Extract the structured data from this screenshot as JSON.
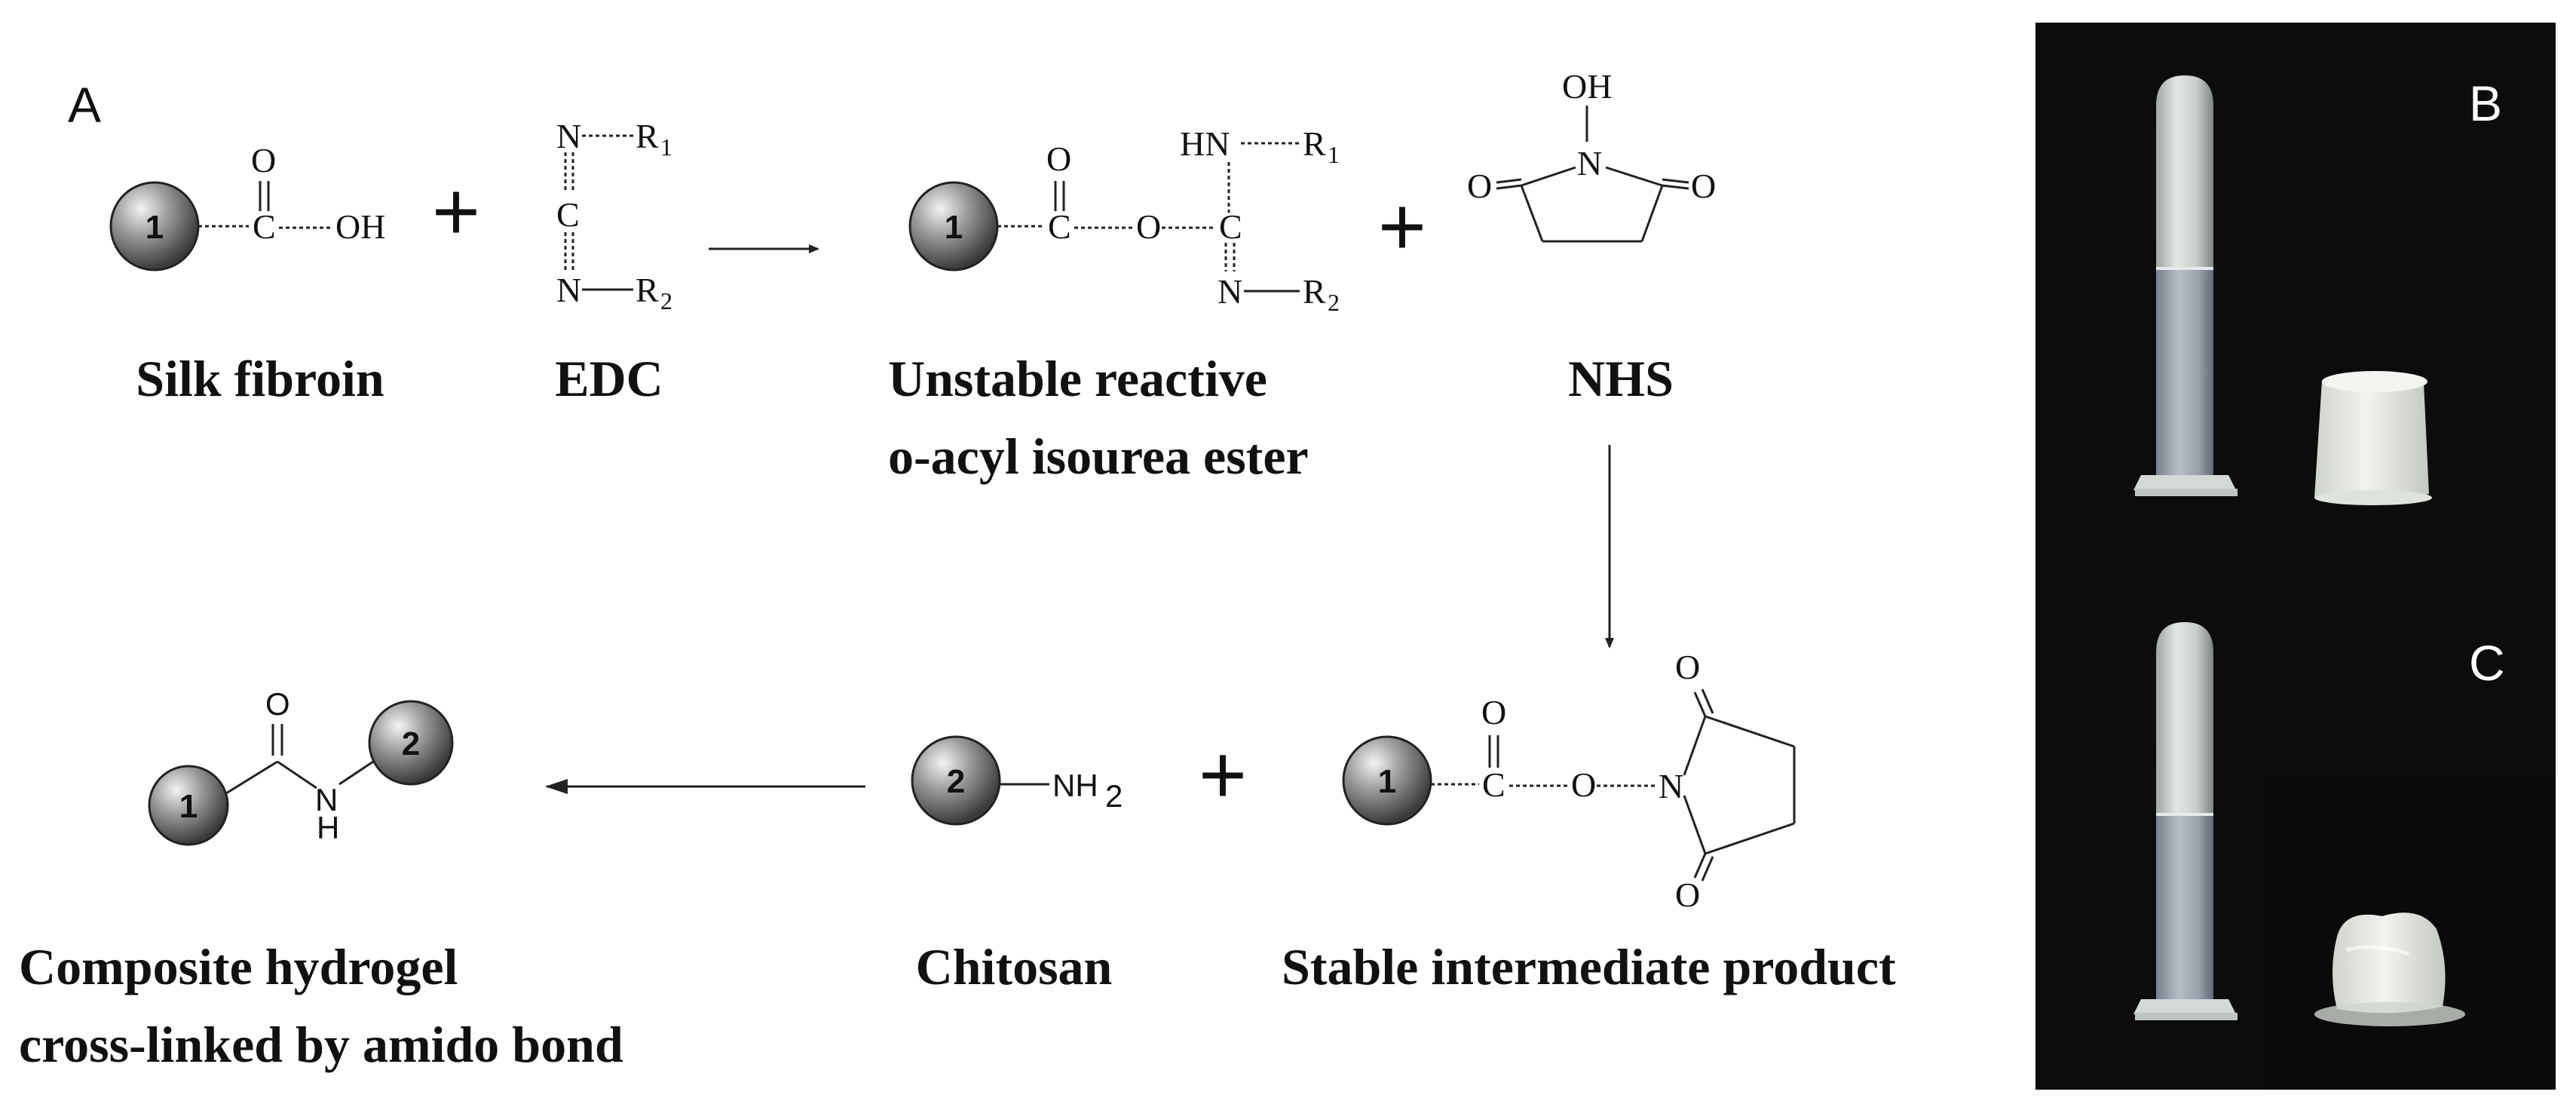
{
  "panel_labels": {
    "a": "A",
    "b": "B",
    "c": "C"
  },
  "beads": {
    "one": "1",
    "two": "2"
  },
  "captions": {
    "silk_fibroin": "Silk fibroin",
    "edc": "EDC",
    "unstable_line1": "Unstable reactive",
    "unstable_line2": "o-acyl isourea ester",
    "nhs": "NHS",
    "composite_line1": "Composite hydrogel",
    "composite_line2": "cross-linked by amido bond",
    "chitosan": "Chitosan",
    "stable": "Stable intermediate product"
  },
  "atoms": {
    "O": "O",
    "OH": "OH",
    "C": "C",
    "N": "N",
    "R": "R",
    "sub1": "1",
    "sub2": "2",
    "HN": "HN",
    "H": "H",
    "NH": "NH"
  },
  "symbols": {
    "plus": "+"
  },
  "colors": {
    "photo_bg": "#0c0c0c",
    "gel": "#e8ebe6",
    "tube": "#d9dedb",
    "bead_dark": "#3a3a3a",
    "bead_light": "#f4f4f4"
  }
}
